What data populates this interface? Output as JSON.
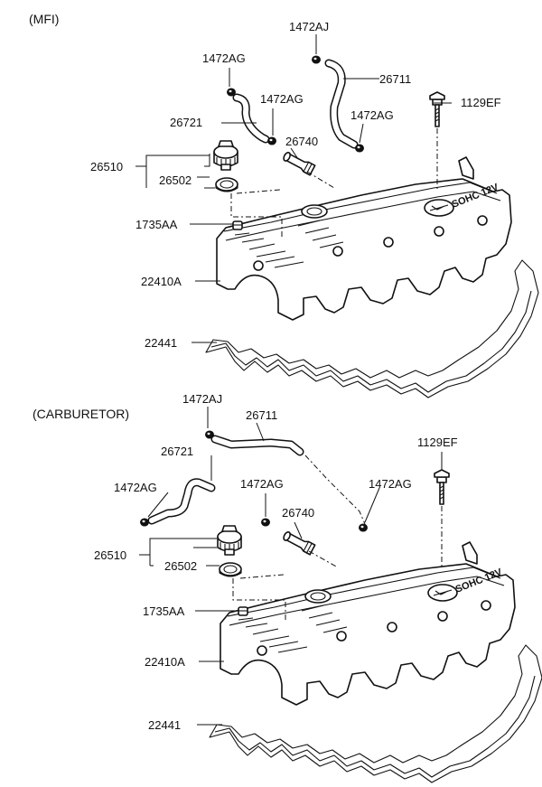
{
  "sections": {
    "mfi": "(MFI)",
    "carb": "(CARBURETOR)"
  },
  "emblem": {
    "mfi": "SOHC 12V",
    "carb": "SOHC 12V"
  },
  "labels": {
    "mfi": {
      "p1472AJ": "1472AJ",
      "p1472AG_a": "1472AG",
      "p26711": "26711",
      "p1472AG_b": "1472AG",
      "p1129EF": "1129EF",
      "p26721": "26721",
      "p1472AG_c": "1472AG",
      "p26740": "26740",
      "p26510": "26510",
      "p26502": "26502",
      "p1735AA": "1735AA",
      "p22410A": "22410A",
      "p22441": "22441"
    },
    "carb": {
      "p1472AJ": "1472AJ",
      "p26711": "26711",
      "p1129EF": "1129EF",
      "p26721": "26721",
      "p1472AG_a": "1472AG",
      "p1472AG_b": "1472AG",
      "p1472AG_c": "1472AG",
      "p26740": "26740",
      "p26510": "26510",
      "p26502": "26502",
      "p1735AA": "1735AA",
      "p22410A": "22410A",
      "p22441": "22441"
    }
  }
}
